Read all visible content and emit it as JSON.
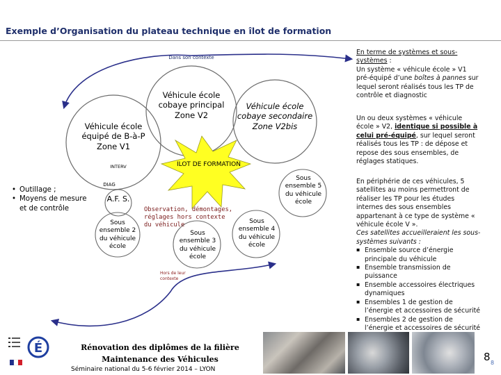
{
  "title": "Exemple d’Organisation du plateau technique en îlot de formation",
  "diagram": {
    "context_label": "Dans son contexte",
    "vehicle_main": "Véhicule école cobaye principal Zone V2",
    "vehicle_secondary": "Véhicule école cobaye secondaire Zone V2bis",
    "vehicle_bap": "Véhicule école équipé de B-à-P Zone V1",
    "interv_label": "INTERV",
    "diag_label": "DIAG",
    "ilot_label": "ILOT DE FORMATION",
    "af_label": "A.F. S.",
    "sub5": "Sous ensemble 5 du véhicule école",
    "sub4": "Sous ensemble 4 du véhicule école",
    "sub3": "Sous ensemble 3 du véhicule école",
    "sub2": "Sous ensemble 2 du véhicule école",
    "observation": "Observation, démontages, réglages hors contexte du véhicule",
    "out_of_context": "Hors de leur contexte",
    "colors": {
      "arrow": "#2a2f8a",
      "circle": "#6b6b6b",
      "star": "#ffff22",
      "context_text": "#1f2f6b",
      "out_text": "#8b1a1a"
    }
  },
  "left_list": {
    "items": [
      "Outillage ;",
      "Moyens de mesure et de contrôle"
    ]
  },
  "side": {
    "p1_a": "En terme de systèmes et sous-systèmes",
    "p1_b": " :",
    "p1_c": "Un système « véhicule école » V1 pré-équipé d’une ",
    "p1_d": "boîtes à pannes",
    "p1_e": " sur lequel seront réalisés tous les TP de contrôle et diagnostic",
    "p2_a": "Un ou deux systèmes « véhicule école » V2, ",
    "p2_b": "identique si possible à celui pré-équipé",
    "p2_c": ", sur lequel seront réalisés tous les TP : de dépose et repose des sous ensembles, de réglages statiques.",
    "p3_a": "En périphérie de ces véhicules, 5 satellites au moins permettront de réaliser les TP pour les études internes des sous ensembles appartenant à ce type de système « véhicule école V ».",
    "p3_b": "Ces satellites accueilleraient les sous-systèmes suivants :",
    "bullets": [
      "Ensemble source d’énergie principale du véhicule",
      "Ensemble transmission de puissance",
      "Ensemble accessoires électriques dynamiques",
      "Ensembles 1 de gestion de l’énergie et accessoires de sécurité",
      "Ensembles 2 de gestion de l’énergie et accessoires de sécurité"
    ]
  },
  "footer": {
    "line1": "Rénovation des diplômes de la filière",
    "line2": "Maintenance des Véhicules",
    "line3": "Séminaire national du 5-6 février 2014 – LYON",
    "page": "8",
    "page_small": "8"
  }
}
